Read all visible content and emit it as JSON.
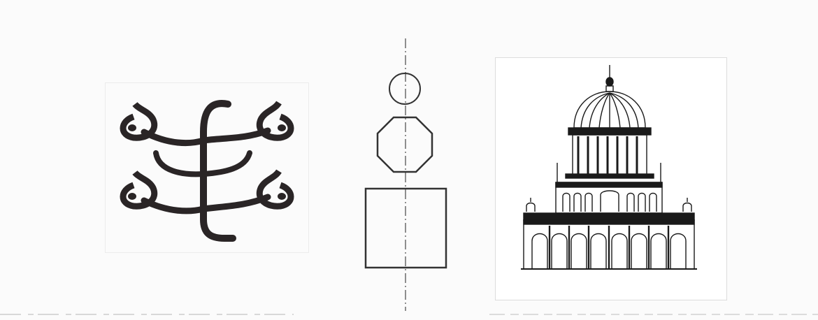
{
  "figure": {
    "panels": [
      {
        "id": "calligraphy",
        "icon": "calligraphic-emblem-icon",
        "description_kind": "logo"
      },
      {
        "id": "geometry",
        "shapes": [
          "circle",
          "octagon",
          "square"
        ],
        "axis": "dashed-vertical"
      },
      {
        "id": "building",
        "icon": "domed-shrine-icon",
        "description_kind": "illustration"
      }
    ],
    "colors": {
      "ink": "#1a1a1a",
      "calligraphy_ink": "#2a2526",
      "line": "#333333",
      "background": "#fbfbfb"
    }
  }
}
